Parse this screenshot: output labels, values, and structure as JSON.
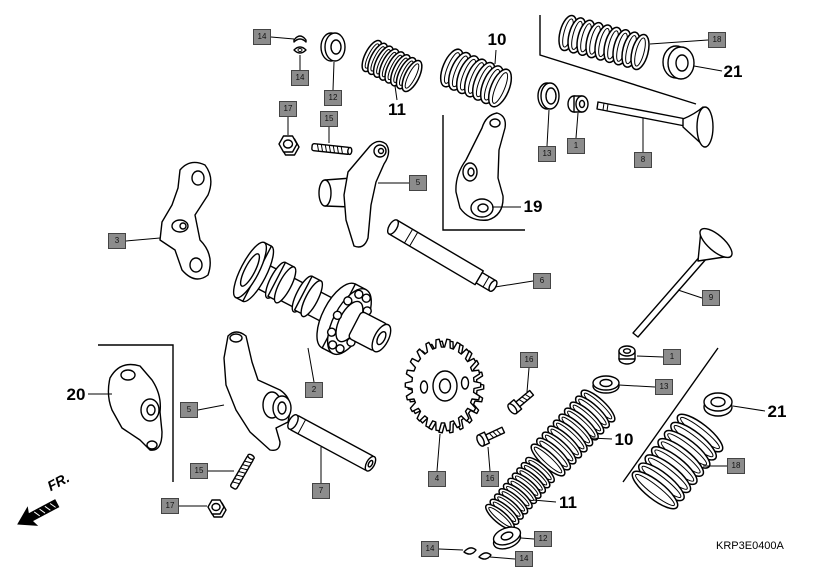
{
  "diagram": {
    "front_label": "FR.",
    "drawing_code": "KRP3E0400A"
  },
  "callouts": {
    "boxed": [
      "14",
      "14",
      "12",
      "17",
      "15",
      "18",
      "13",
      "1",
      "8",
      "5",
      "3",
      "6",
      "9",
      "2",
      "1",
      "16",
      "13",
      "5",
      "15",
      "4",
      "16",
      "7",
      "18",
      "17",
      "12",
      "14",
      "14"
    ],
    "plain": [
      "10",
      "11",
      "21",
      "19",
      "20",
      "21",
      "10",
      "11"
    ]
  },
  "colors": {
    "label_box": "#8c8c8c",
    "line_art": "#000000",
    "background": "#ffffff"
  }
}
